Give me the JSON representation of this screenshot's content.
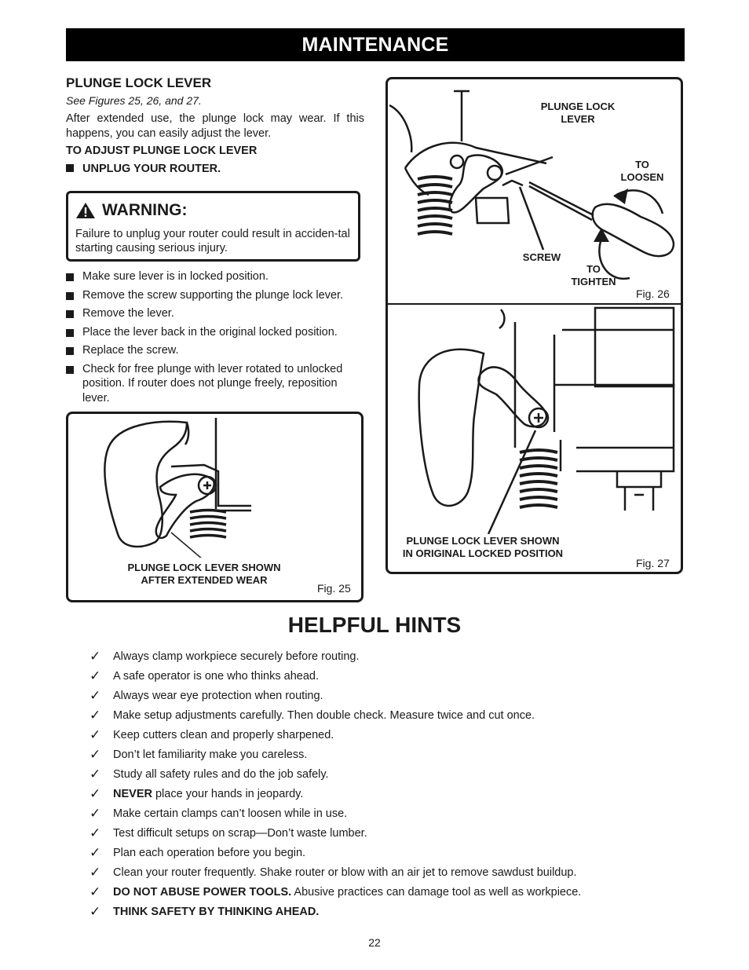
{
  "header": {
    "title": "MAINTENANCE"
  },
  "plunge": {
    "title": "PLUNGE LOCK LEVER",
    "see_figs": "See Figures 25, 26, and 27.",
    "intro": "After extended use, the plunge lock may wear. If this happens, you can easily adjust the lever.",
    "adjust_head": "TO ADJUST PLUNGE LOCK LEVER",
    "unplug": "UNPLUG YOUR ROUTER."
  },
  "warning": {
    "title": "WARNING:",
    "text": "Failure to unplug your router could result in acciden-tal starting causing serious injury."
  },
  "steps": [
    "Make sure lever is in locked position.",
    "Remove the screw supporting the plunge lock lever.",
    "Remove the lever.",
    "Place the lever back in the original locked position.",
    "Replace the screw.",
    "Check for free plunge with lever rotated to unlocked position. If router does not plunge freely, reposition lever."
  ],
  "fig25": {
    "callout_line1": "PLUNGE LOCK LEVER SHOWN",
    "callout_line2": "AFTER EXTENDED WEAR",
    "label": "Fig. 25"
  },
  "fig26": {
    "lever_line1": "PLUNGE LOCK",
    "lever_line2": "LEVER",
    "loosen_line1": "TO",
    "loosen_line2": "LOOSEN",
    "screw": "SCREW",
    "tighten_line1": "TO",
    "tighten_line2": "TIGHTEN",
    "label": "Fig. 26"
  },
  "fig27": {
    "callout_line1": "PLUNGE LOCK LEVER SHOWN",
    "callout_line2": "IN ORIGINAL LOCKED POSITION",
    "label": "Fig. 27"
  },
  "hints": {
    "title": "HELPFUL HINTS",
    "check_glyph": "✓",
    "items": [
      {
        "bold": "",
        "text": "Always clamp workpiece securely before routing."
      },
      {
        "bold": "",
        "text": "A safe operator is one who thinks ahead."
      },
      {
        "bold": "",
        "text": "Always wear eye protection when routing."
      },
      {
        "bold": "",
        "text": "Make setup adjustments carefully. Then double check. Measure twice and cut once."
      },
      {
        "bold": "",
        "text": "Keep cutters clean and properly sharpened."
      },
      {
        "bold": "",
        "text": "Don’t let familiarity make you careless."
      },
      {
        "bold": "",
        "text": "Study all safety rules and do the job safely."
      },
      {
        "bold": "NEVER",
        "text": " place your hands in jeopardy."
      },
      {
        "bold": "",
        "text": "Make certain clamps can’t loosen while in use."
      },
      {
        "bold": "",
        "text": "Test difficult setups on scrap—Don’t waste lumber."
      },
      {
        "bold": "",
        "text": "Plan each operation before you begin."
      },
      {
        "bold": "",
        "text": "Clean your router frequently. Shake router or blow with an air jet to remove sawdust buildup."
      },
      {
        "bold": "DO NOT ABUSE POWER TOOLS.",
        "text": " Abusive practices can damage tool as well as workpiece."
      },
      {
        "bold": "THINK SAFETY BY THINKING AHEAD.",
        "text": ""
      }
    ]
  },
  "page_number": "22"
}
